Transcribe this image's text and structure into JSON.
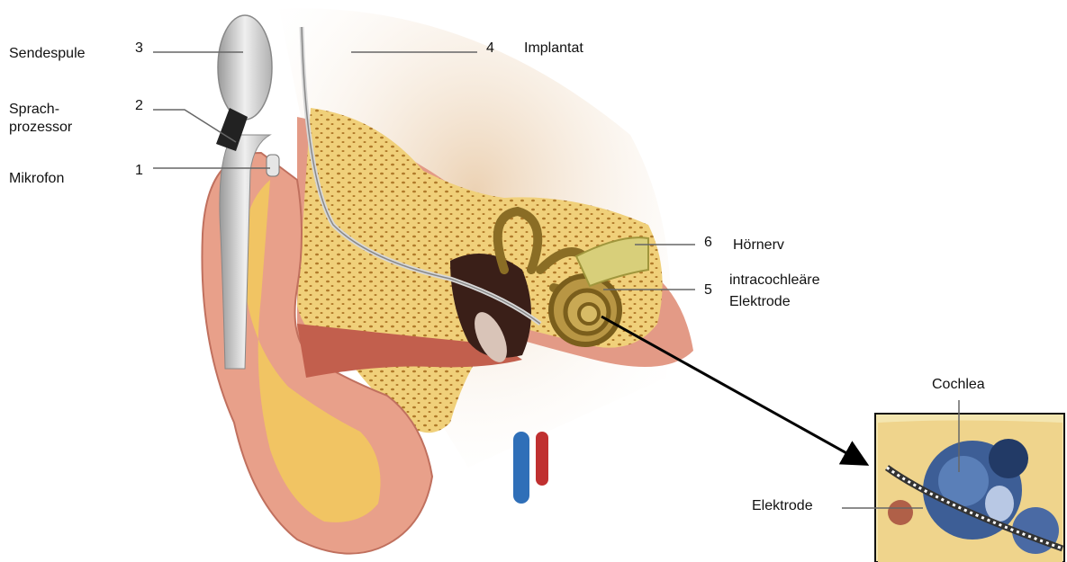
{
  "labels": {
    "sendespule": {
      "number": "3",
      "text": "Sendespule"
    },
    "sprachprozessor": {
      "number": "2",
      "text_line1": "Sprach-",
      "text_line2": "prozessor"
    },
    "mikrofon": {
      "number": "1",
      "text": "Mikrofon"
    },
    "implantat": {
      "number": "4",
      "text": "Implantat"
    },
    "hoernerv": {
      "number": "6",
      "text": "Hörnerv"
    },
    "elektrode_intra": {
      "number": "5",
      "text_line1": "intracochleäre",
      "text_line2": "Elektrode"
    }
  },
  "inset": {
    "cochlea_label": "Cochlea",
    "elektrode_label": "Elektrode"
  },
  "colors": {
    "skin": "#e8a08a",
    "skin_dark": "#c86a5a",
    "bone": "#f2d98a",
    "bone_pore": "#b8862e",
    "cochlea": "#a88a3a",
    "device": "#cfcfcf",
    "line": "#666666",
    "arrow": "#000000",
    "inset_blue": "#2f4f8a"
  }
}
